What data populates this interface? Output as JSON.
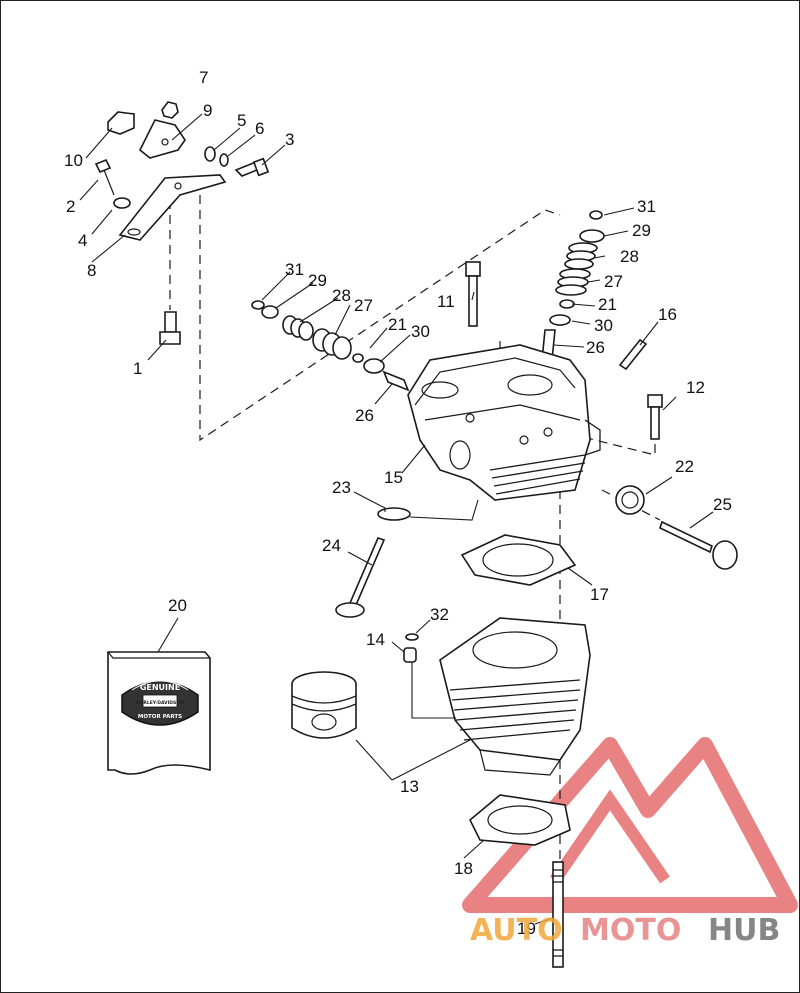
{
  "diagram": {
    "callouts": [
      {
        "id": "c1",
        "label": "1"
      },
      {
        "id": "c2",
        "label": "2"
      },
      {
        "id": "c3",
        "label": "3"
      },
      {
        "id": "c4",
        "label": "4"
      },
      {
        "id": "c5",
        "label": "5"
      },
      {
        "id": "c6",
        "label": "6"
      },
      {
        "id": "c7",
        "label": "7"
      },
      {
        "id": "c8",
        "label": "8"
      },
      {
        "id": "c9",
        "label": "9"
      },
      {
        "id": "c10",
        "label": "10"
      },
      {
        "id": "c11",
        "label": "11"
      },
      {
        "id": "c12",
        "label": "12"
      },
      {
        "id": "c13",
        "label": "13"
      },
      {
        "id": "c14",
        "label": "14"
      },
      {
        "id": "c15",
        "label": "15"
      },
      {
        "id": "c16",
        "label": "16"
      },
      {
        "id": "c17",
        "label": "17"
      },
      {
        "id": "c18",
        "label": "18"
      },
      {
        "id": "c19",
        "label": "19"
      },
      {
        "id": "c20",
        "label": "20"
      },
      {
        "id": "c21a",
        "label": "21"
      },
      {
        "id": "c21b",
        "label": "21"
      },
      {
        "id": "c22",
        "label": "22"
      },
      {
        "id": "c23",
        "label": "23"
      },
      {
        "id": "c24",
        "label": "24"
      },
      {
        "id": "c25",
        "label": "25"
      },
      {
        "id": "c26a",
        "label": "26"
      },
      {
        "id": "c26b",
        "label": "26"
      },
      {
        "id": "c27a",
        "label": "27"
      },
      {
        "id": "c27b",
        "label": "27"
      },
      {
        "id": "c28a",
        "label": "28"
      },
      {
        "id": "c28b",
        "label": "28"
      },
      {
        "id": "c29a",
        "label": "29"
      },
      {
        "id": "c29b",
        "label": "29"
      },
      {
        "id": "c30a",
        "label": "30"
      },
      {
        "id": "c30b",
        "label": "30"
      },
      {
        "id": "c31a",
        "label": "31"
      },
      {
        "id": "c31b",
        "label": "31"
      },
      {
        "id": "c32",
        "label": "32"
      }
    ]
  },
  "genuine_badge": {
    "top_text": "GENUINE",
    "center_text": "HARLEY-DAVIDSON",
    "bottom_text": "MOTOR PARTS"
  },
  "watermark": {
    "part_a": "AUTO",
    "part_b": "MOTO",
    "part_c": "HUB",
    "colors": {
      "auto": "#f2a83b",
      "moto": "#e88a8a",
      "hub": "#7a7a7a",
      "triangle": "#e25a5a"
    }
  }
}
